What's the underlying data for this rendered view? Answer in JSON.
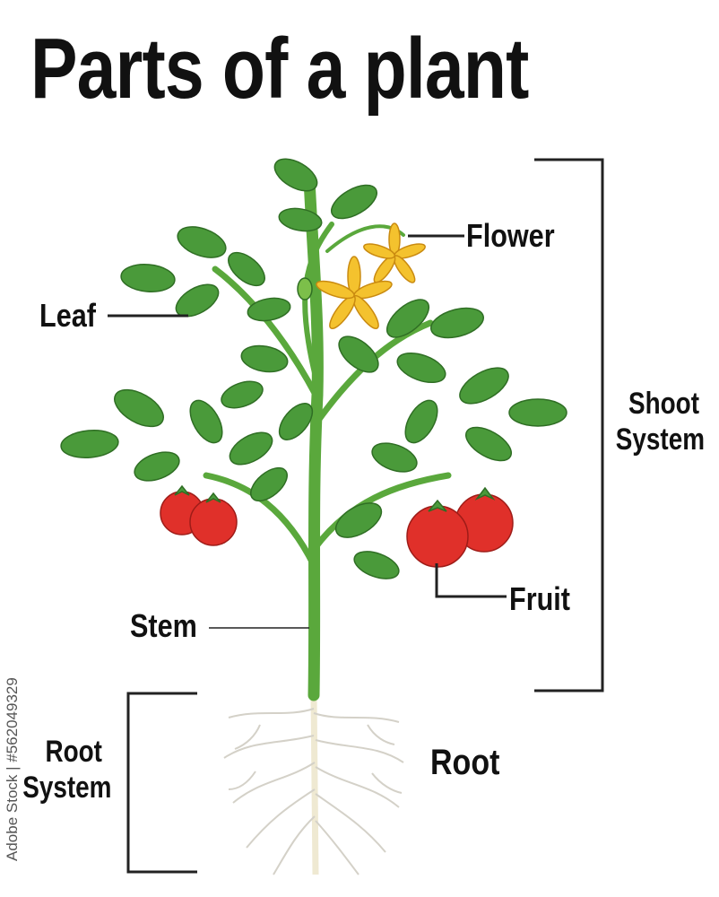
{
  "title": "Parts of a plant",
  "labels": {
    "flower": "Flower",
    "leaf": "Leaf",
    "stem": "Stem",
    "fruit": "Fruit",
    "root": "Root",
    "shoot_system_line1": "Shoot",
    "shoot_system_line2": "System",
    "root_system_line1": "Root",
    "root_system_line2": "System"
  },
  "watermark": "Adobe Stock | #562049329",
  "colors": {
    "leaf": "#4a9a3a",
    "leaf_vein": "#2f6e24",
    "stem": "#5aa83c",
    "flower": "#f4c22e",
    "fruit": "#e0302a",
    "root": "#d9d6cf",
    "line": "#222222"
  }
}
